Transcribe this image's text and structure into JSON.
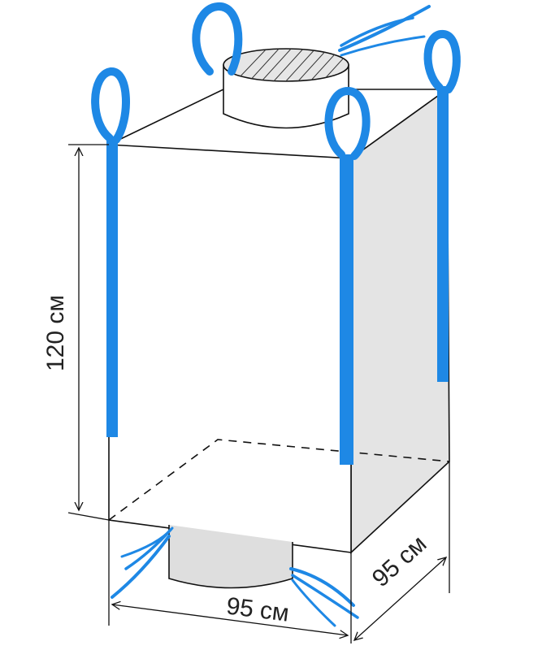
{
  "labels": {
    "height": "120 см",
    "width": "95 см",
    "depth": "95 см"
  },
  "colors": {
    "strap": "#1e88e5",
    "outline": "#111111",
    "side_shade": "#e3e3e3",
    "spout_shade": "#dedede",
    "background": "#ffffff"
  },
  "icons": {
    "item": "bulk-bag-icon"
  }
}
